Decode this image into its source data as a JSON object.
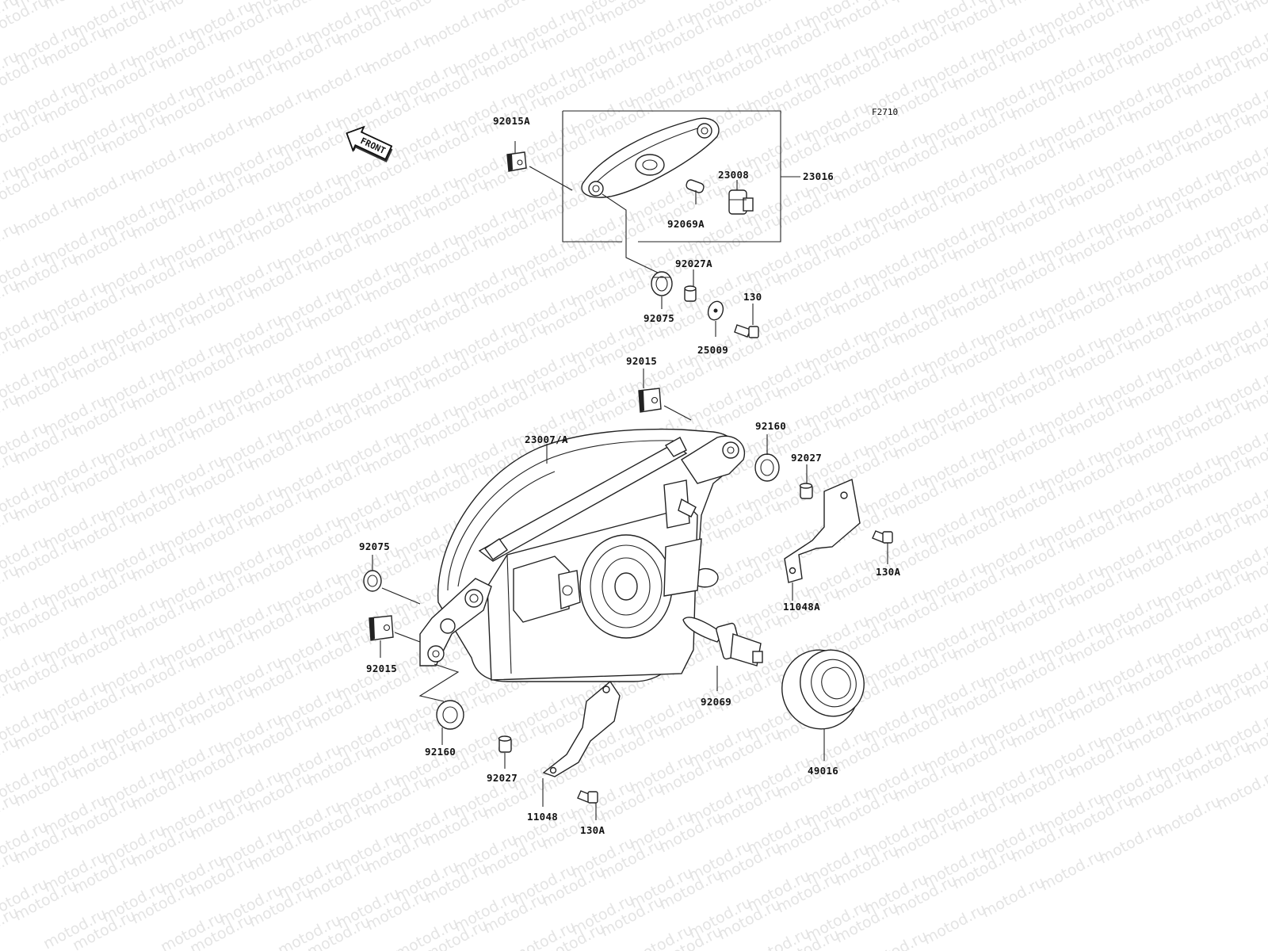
{
  "figure_id": "F2710",
  "front_label": "FRONT",
  "watermark": "motod.ru",
  "parts": {
    "p92015A": "92015A",
    "p23008": "23008",
    "p23016": "23016",
    "p92069A": "92069A",
    "p92027A": "92027A",
    "p92075_top": "92075",
    "p130": "130",
    "p25009": "25009",
    "p92015_top": "92015",
    "p92160_right": "92160",
    "p23007A": "23007/A",
    "p92027_right": "92027",
    "p92075_left": "92075",
    "p130A_right": "130A",
    "p11048A": "11048A",
    "p92015_left": "92015",
    "p92069": "92069",
    "p92160_bottom": "92160",
    "p92027_bottom": "92027",
    "p49016": "49016",
    "p11048": "11048",
    "p130A_bottom": "130A"
  }
}
